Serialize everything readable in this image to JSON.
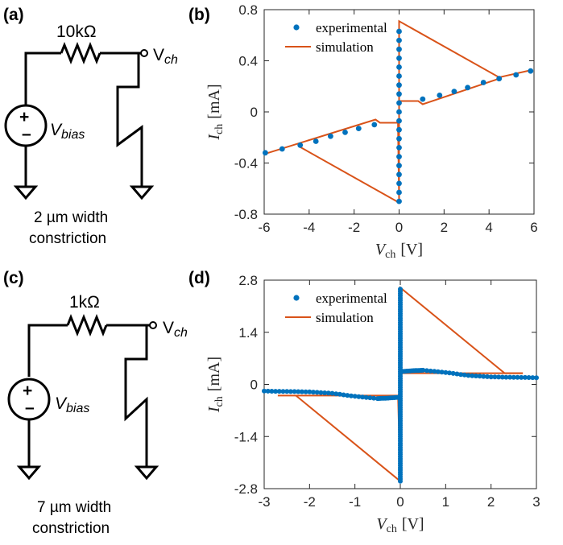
{
  "panels": {
    "a": "(a)",
    "b": "(b)",
    "c": "(c)",
    "d": "(d)"
  },
  "circuits": [
    {
      "resistor": "10kΩ",
      "node_main": "V",
      "node_sub": "ch",
      "source_main": "V",
      "source_sub": "bias",
      "caption1": "2 µm width",
      "caption2": "constriction"
    },
    {
      "resistor": "1kΩ",
      "node_main": "V",
      "node_sub": "ch",
      "source_main": "V",
      "source_sub": "bias",
      "caption1": "7 µm width",
      "caption2": "constriction"
    }
  ],
  "colors": {
    "experimental": "#0072bd",
    "simulation": "#d95319",
    "axis": "#262626"
  },
  "chart_data": [
    {
      "type": "scatter",
      "xlabel_main": "V",
      "xlabel_sub": "ch",
      "xlabel_unit": "[V]",
      "ylabel_main": "I",
      "ylabel_sub": "ch",
      "ylabel_unit": "[mA]",
      "xlim": [
        -6,
        6
      ],
      "ylim": [
        -0.8,
        0.8
      ],
      "xticks": [
        -6,
        -4,
        -2,
        0,
        2,
        4,
        6
      ],
      "yticks": [
        -0.8,
        -0.4,
        0,
        0.4,
        0.8
      ],
      "xtick_labels": [
        "-6",
        "-4",
        "-2",
        "0",
        "2",
        "4",
        "6"
      ],
      "ytick_labels": [
        "-0.8",
        "-0.4",
        "0",
        "0.4",
        "0.8"
      ],
      "legend": [
        "experimental",
        "simulation"
      ],
      "legend_position": "top-right",
      "grid": false,
      "series": [
        {
          "name": "experimental",
          "style": "markers",
          "points": [
            [
              -5.95,
              -0.32
            ],
            [
              -5.2,
              -0.29
            ],
            [
              -4.4,
              -0.26
            ],
            [
              -3.7,
              -0.23
            ],
            [
              -3.05,
              -0.19
            ],
            [
              -2.4,
              -0.16
            ],
            [
              -1.8,
              -0.13
            ],
            [
              -1.1,
              -0.1
            ],
            [
              0,
              -0.7
            ],
            [
              0,
              -0.63
            ],
            [
              0,
              -0.56
            ],
            [
              0,
              -0.49
            ],
            [
              0,
              -0.42
            ],
            [
              0,
              -0.35
            ],
            [
              0,
              -0.28
            ],
            [
              0,
              -0.21
            ],
            [
              0,
              -0.14
            ],
            [
              0,
              -0.07
            ],
            [
              0,
              0
            ],
            [
              0,
              0.07
            ],
            [
              0,
              0.14
            ],
            [
              0,
              0.21
            ],
            [
              0,
              0.28
            ],
            [
              0,
              0.35
            ],
            [
              0,
              0.42
            ],
            [
              0,
              0.49
            ],
            [
              0,
              0.56
            ],
            [
              0,
              0.63
            ],
            [
              1.05,
              0.1
            ],
            [
              1.8,
              0.13
            ],
            [
              2.45,
              0.16
            ],
            [
              3.05,
              0.19
            ],
            [
              3.75,
              0.23
            ],
            [
              4.45,
              0.26
            ],
            [
              5.2,
              0.29
            ],
            [
              5.85,
              0.32
            ]
          ]
        },
        {
          "name": "simulation",
          "style": "line",
          "segments": [
            [
              [
                -6,
                -0.33
              ],
              [
                -1.05,
                -0.06
              ],
              [
                -0.85,
                -0.085
              ],
              [
                -0.05,
                -0.085
              ],
              [
                0,
                -0.7
              ],
              [
                0,
                0.71
              ],
              [
                4.45,
                0.27
              ],
              [
                5.95,
                0.33
              ]
            ],
            [
              [
                -4.45,
                -0.27
              ],
              [
                0,
                -0.71
              ]
            ],
            [
              [
                0,
                0.085
              ],
              [
                0.85,
                0.085
              ],
              [
                1.05,
                0.06
              ],
              [
                4.45,
                0.26
              ]
            ]
          ]
        }
      ]
    },
    {
      "type": "scatter",
      "xlabel_main": "V",
      "xlabel_sub": "ch",
      "xlabel_unit": "[V]",
      "ylabel_main": "I",
      "ylabel_sub": "ch",
      "ylabel_unit": "[mA]",
      "xlim": [
        -3,
        3
      ],
      "ylim": [
        -2.8,
        2.8
      ],
      "xticks": [
        -3,
        -2,
        -1,
        0,
        1,
        2,
        3
      ],
      "yticks": [
        -2.8,
        -1.4,
        0,
        1.4,
        2.8
      ],
      "xtick_labels": [
        "-3",
        "-2",
        "-1",
        "0",
        "1",
        "2",
        "3"
      ],
      "ytick_labels": [
        "-2.8",
        "-1.4",
        "0",
        "1.4",
        "2.8"
      ],
      "legend": [
        "experimental",
        "simulation"
      ],
      "legend_position": "top-right",
      "grid": false,
      "series": [
        {
          "name": "experimental",
          "style": "markers",
          "curve_neg": [
            [
              -3,
              -0.18
            ],
            [
              -2.5,
              -0.19
            ],
            [
              -2,
              -0.2
            ],
            [
              -1.5,
              -0.24
            ],
            [
              -1,
              -0.32
            ],
            [
              -0.5,
              -0.38
            ],
            [
              -0.3,
              -0.37
            ],
            [
              -0.05,
              -0.35
            ]
          ],
          "vertical": {
            "x": 0,
            "ymin": -2.6,
            "ymax": 2.6
          },
          "curve_pos": [
            [
              0.05,
              0.35
            ],
            [
              0.3,
              0.37
            ],
            [
              0.5,
              0.38
            ],
            [
              1,
              0.32
            ],
            [
              1.5,
              0.24
            ],
            [
              2,
              0.2
            ],
            [
              2.5,
              0.19
            ],
            [
              3,
              0.18
            ]
          ]
        },
        {
          "name": "simulation",
          "style": "line",
          "segments": [
            [
              [
                -2.7,
                -0.3
              ],
              [
                -0.05,
                -0.3
              ],
              [
                0,
                -2.6
              ],
              [
                0,
                2.6
              ],
              [
                2.3,
                0.3
              ],
              [
                2.7,
                0.3
              ]
            ],
            [
              [
                -2.3,
                -0.3
              ],
              [
                0,
                -2.6
              ]
            ],
            [
              [
                0,
                0.3
              ],
              [
                2.7,
                0.3
              ]
            ]
          ]
        }
      ]
    }
  ]
}
